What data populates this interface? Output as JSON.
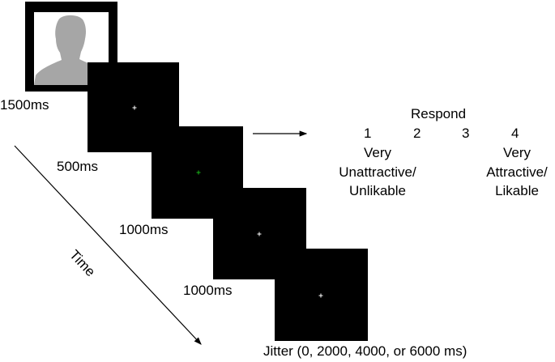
{
  "durations": {
    "face": "1500ms",
    "fixation_1": "500ms",
    "fixation_green": "1000ms",
    "fixation_2": "1000ms",
    "jitter": "Jitter (0, 2000, 4000, or 6000 ms)"
  },
  "time_label": "Time",
  "response": {
    "title": "Respond",
    "scale": [
      "1",
      "2",
      "3",
      "4"
    ],
    "low_anchor": [
      "Very",
      "Unattractive/",
      "Unlikable"
    ],
    "high_anchor": [
      "Very",
      "Attractive/",
      "Likable"
    ]
  },
  "colors": {
    "frame": "#000000",
    "fixation": "#ffffff",
    "fixation_green": "#18b418",
    "silhouette": "#a6a6a6"
  }
}
